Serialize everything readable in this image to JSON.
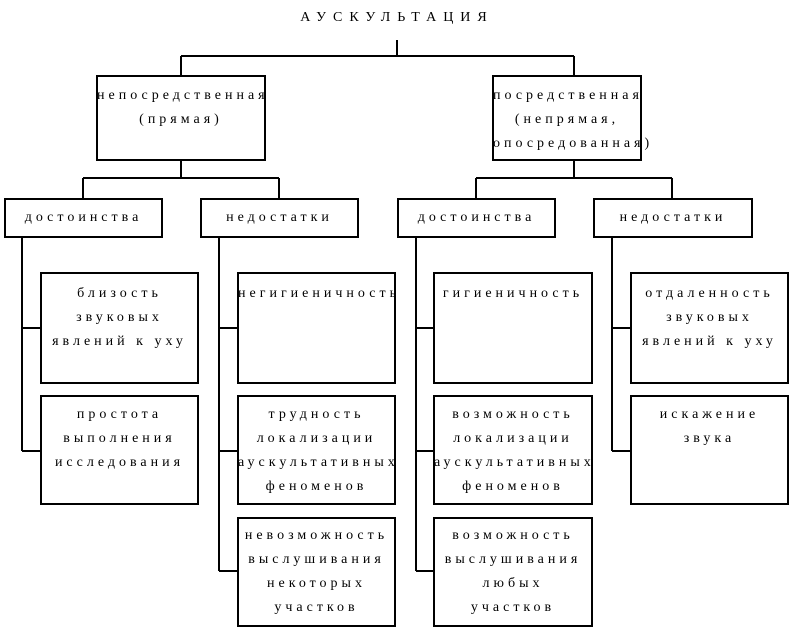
{
  "title": "АУСКУЛЬТАЦИЯ",
  "branches": [
    {
      "label": "непосредственная\n(прямая)",
      "groups": [
        {
          "label": "достоинства",
          "items": [
            "близость\nзвуковых\nявлений к уху",
            "простота\nвыполнения\nисследования"
          ]
        },
        {
          "label": "недостатки",
          "items": [
            "негигиеничность",
            "трудность\nлокализации\nаускультативных\nфеноменов",
            "невозможность\nвыслушивания\nнекоторых\nучастков"
          ]
        }
      ]
    },
    {
      "label": "посредственная\n(непрямая,\nопосредованная)",
      "groups": [
        {
          "label": "достоинства",
          "items": [
            "гигиеничность",
            "возможность\nлокализации\nаускультативных\nфеноменов",
            "возможность\nвыслушивания\nлюбых\nучастков"
          ]
        },
        {
          "label": "недостатки",
          "items": [
            "отдаленность\nзвуковых\nявлений к уху",
            "искажение\nзвука"
          ]
        }
      ]
    }
  ]
}
